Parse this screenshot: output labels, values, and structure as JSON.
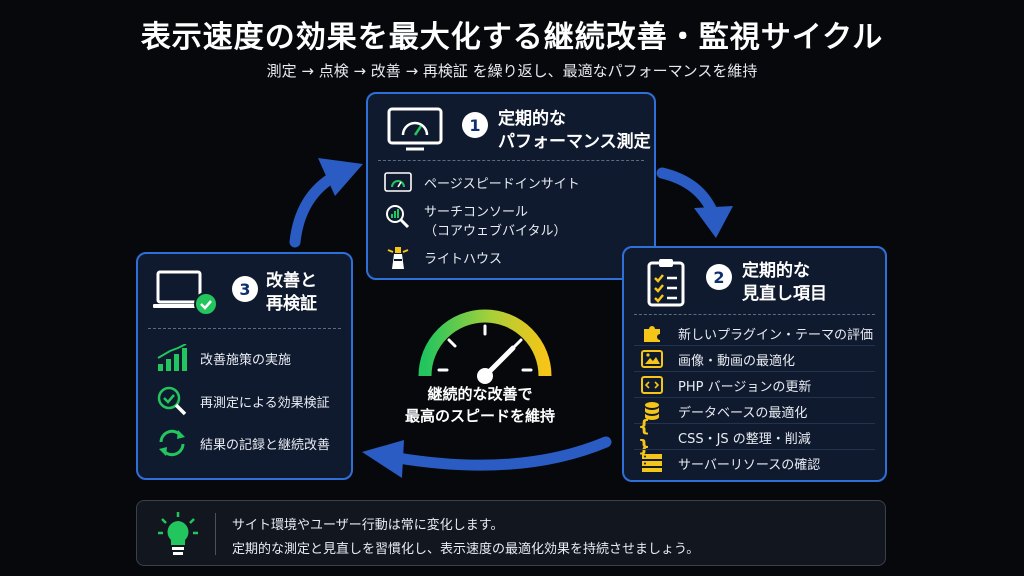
{
  "title": "表示速度の効果を最大化する継続改善・監視サイクル",
  "subtitle": "測定 → 点検 → 改善 → 再検証 を繰り返し、最適なパフォーマンスを維持",
  "step1": {
    "number": "1",
    "title_line1": "定期的な",
    "title_line2": "パフォーマンス測定",
    "items": [
      {
        "label": "ページスピードインサイト",
        "icon": "speed-gauge-icon"
      },
      {
        "label_line1": "サーチコンソール",
        "label_line2": "（コアウェブバイタル）",
        "icon": "magnifier-chart-icon"
      },
      {
        "label": "ライトハウス",
        "icon": "lighthouse-icon"
      }
    ]
  },
  "step2": {
    "number": "2",
    "title_line1": "定期的な",
    "title_line2": "見直し項目",
    "items": [
      {
        "label": "新しいプラグイン・テーマの評価",
        "icon": "puzzle-icon"
      },
      {
        "label": "画像・動画の最適化",
        "icon": "image-icon"
      },
      {
        "label": "PHP バージョンの更新",
        "icon": "code-icon"
      },
      {
        "label": "データベースの最適化",
        "icon": "database-icon"
      },
      {
        "label": "CSS・JS の整理・削減",
        "icon": "braces-icon"
      },
      {
        "label": "サーバーリソースの確認",
        "icon": "server-icon"
      }
    ]
  },
  "step3": {
    "number": "3",
    "title_line1": "改善と",
    "title_line2": "再検証",
    "items": [
      {
        "label": "改善施策の実施",
        "icon": "growth-chart-icon"
      },
      {
        "label": "再測定による効果検証",
        "icon": "check-search-icon"
      },
      {
        "label": "結果の記録と継続改善",
        "icon": "refresh-icon"
      }
    ]
  },
  "center": {
    "line1": "継続的な改善で",
    "line2": "最高のスピードを維持"
  },
  "tip": {
    "line1": "サイト環境やユーザー行動は常に変化します。",
    "line2": "定期的な測定と見直しを習慣化し、表示速度の最適化効果を持続させましょう。"
  },
  "colors": {
    "accent": "#2f6fd8",
    "arrow": "#2a5cc4",
    "green": "#22c55e",
    "yellow": "#f5c518",
    "card_bg": "#0f1a2e"
  }
}
